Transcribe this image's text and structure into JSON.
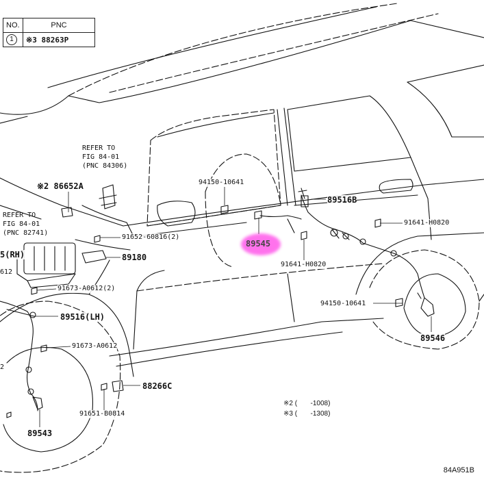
{
  "table": {
    "header_no": "NO.",
    "header_pnc": "PNC",
    "row_no": "1",
    "row_pnc": "※3  88263P"
  },
  "refers": {
    "top": [
      "REFER TO",
      "FIG 84-01",
      "(PNC 84306)"
    ],
    "left": [
      "REFER TO",
      "FIG 84-01",
      "(PNC 82741)"
    ]
  },
  "labels": {
    "p86652a": "※2 86652A",
    "p94150_top": "94150-10641",
    "p89516b": "89516B",
    "p91641_right": "91641-H0820",
    "p91652": "91652-60816(2)",
    "p89545": "89545",
    "p89180": "89180",
    "p91641_bottom": "91641-H0820",
    "p5rh": "5(RH)",
    "p612": "612",
    "p91673_a2": "91673-A0612(2)",
    "p94150_right": "94150-10641",
    "p89516lh": "89516(LH)",
    "p89546": "89546",
    "p91673_a": "91673-A0612",
    "p2": "2",
    "p88266c": "88266C",
    "p91651": "91651-B0814",
    "p89543": "89543"
  },
  "footnotes": {
    "fn2": "※2 (       -1008)",
    "fn3": "※3 (       -1308)"
  },
  "figure_code": "84A951B",
  "colors": {
    "highlight": "#ff3ce6",
    "line": "#111111"
  }
}
